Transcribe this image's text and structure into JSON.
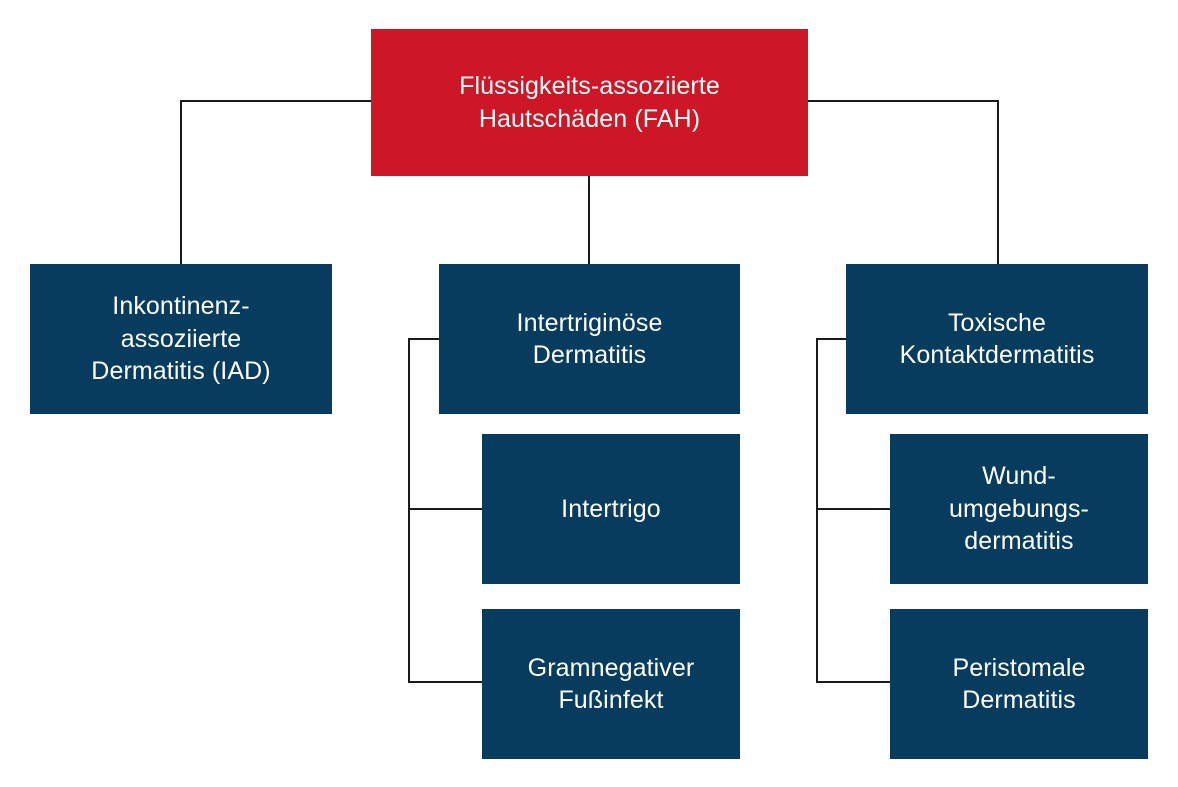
{
  "diagram": {
    "title": "Flüssigkeits-assoziierte Hautschäden (FAH)",
    "colors": {
      "root_fill": "#cd1726",
      "node_fill": "#083c5e",
      "text": "#ffffff",
      "connector": "#1a1a1a",
      "background": "#ffffff"
    },
    "root": {
      "label": "Flüssigkeits-assoziierte\nHautschäden (FAH)"
    },
    "branches": [
      {
        "id": "iad",
        "label": "Inkontinenz-\nassoziierte\nDermatitis (IAD)",
        "children": []
      },
      {
        "id": "intertriginoese-dermatitis",
        "label": "Intertriginöse\nDermatitis",
        "children": [
          {
            "id": "intertrigo",
            "label": "Intertrigo"
          },
          {
            "id": "gramnegativer-fussinfekt",
            "label": "Gramnegativer\nFußinfekt"
          }
        ]
      },
      {
        "id": "toxische-kontaktdermatitis",
        "label": "Toxische\nKontaktdermatitis",
        "children": [
          {
            "id": "wundumgebungsdermatitis",
            "label": "Wund-\numgebungs-\ndermatitis"
          },
          {
            "id": "peristomale-dermatitis",
            "label": "Peristomale\nDermatitis"
          }
        ]
      }
    ]
  }
}
